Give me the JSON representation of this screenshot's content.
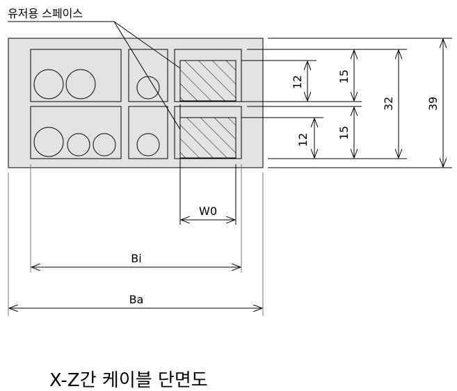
{
  "title": "유저용 스페이스",
  "caption": "X-Z간 케이블 단면도",
  "dimensions": {
    "row1_space": "12",
    "row2_space": "12",
    "row1_pitch": "15",
    "row2_pitch": "15",
    "inner_height": "32",
    "outer_height": "39",
    "space_width": "W0",
    "inner_width": "Bi",
    "outer_width": "Ba"
  },
  "colors": {
    "frame_fill": "#e3e3e3",
    "hatch": "#000000",
    "line": "#000000"
  }
}
